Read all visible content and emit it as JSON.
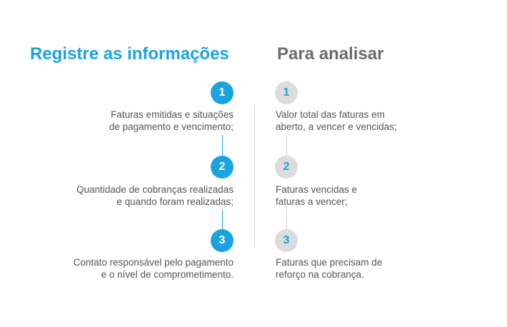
{
  "left_column": {
    "title": "Registre as informações",
    "steps": [
      {
        "number": "1",
        "lines": [
          "Faturas emitidas e situações",
          "de pagamento e vencimento;"
        ]
      },
      {
        "number": "2",
        "lines": [
          "Quantidade de cobranças realizadas",
          "e quando foram realizadas;"
        ]
      },
      {
        "number": "3",
        "lines": [
          "Contato responsável pelo pagamento",
          "e o nível de comprometimento."
        ]
      }
    ]
  },
  "right_column": {
    "title": "Para analisar",
    "steps": [
      {
        "number": "1",
        "lines": [
          "Valor total das faturas em",
          "aberto, a vencer e vencidas;"
        ]
      },
      {
        "number": "2",
        "lines": [
          "Faturas vencidas e",
          "faturas a vencer;"
        ]
      },
      {
        "number": "3",
        "lines": [
          "Faturas que precisam de",
          "reforço na cobrança."
        ]
      }
    ]
  },
  "colors": {
    "accent_blue": "#1ba3e0",
    "heading_gray": "#6b6b6b",
    "circle_gray": "#dcdcdc",
    "text_gray": "#555555"
  }
}
